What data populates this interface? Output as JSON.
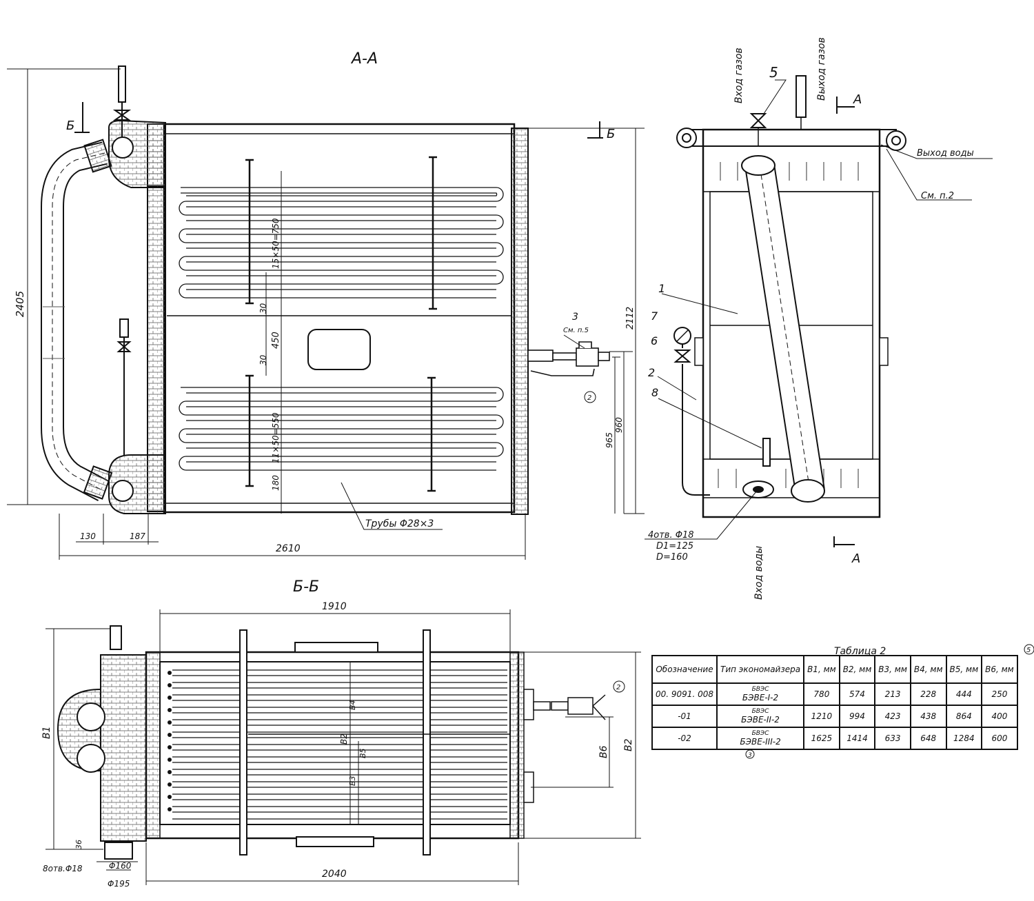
{
  "sections": {
    "aa_title": "А-А",
    "bb_title": "Б-Б",
    "cut_b_left": "Б",
    "cut_b_right": "Б",
    "cut_a_top": "А",
    "cut_a_bottom": "А"
  },
  "dims_aa": {
    "height_total": "2405",
    "height_right": "2112",
    "h_960": "960",
    "h_965": "965",
    "coil_upper": "15×50=750",
    "coil_lower": "11×50=550",
    "gap_450": "450",
    "gap_30a": "30",
    "gap_30b": "30",
    "gap_180": "180",
    "bottom_130": "130",
    "bottom_187": "187",
    "width_2610": "2610",
    "tubes": "Трубы Φ28×3"
  },
  "labels_side": {
    "gas_in": "Вход газов",
    "gas_out": "Выход газов",
    "water_out": "Выход воды",
    "see_note": "См. п.2",
    "water_in": "Вход воды",
    "holes_1": "4отв. Φ18",
    "holes_2": "D1=125",
    "holes_3": "D=160",
    "pos1": "1",
    "pos2": "2",
    "pos3": "3",
    "pos5": "5",
    "pos6": "6",
    "pos7": "7",
    "pos8": "8",
    "see_p5": "См. п.5",
    "circle2": "2"
  },
  "dims_bb": {
    "width_1910": "1910",
    "width_2040": "2040",
    "b1": "В1",
    "b2": "В2",
    "b6": "В6",
    "b3": "В3",
    "b4": "В4",
    "b5": "В5",
    "b_inner": "В2",
    "d36": "36",
    "holes": "8отв.Φ18",
    "d160": "Φ160",
    "d195": "Φ195",
    "circle2": "2"
  },
  "table2": {
    "caption": "Таблица 2",
    "mark": "5",
    "note_mark": "3",
    "headers": [
      "Обозначение",
      "Тип экономайзера",
      "В1, мм",
      "В2, мм",
      "В3, мм",
      "В4, мм",
      "В5, мм",
      "В6, мм"
    ],
    "rows": [
      {
        "code": "00. 9091. 008",
        "sup": "БВЭС",
        "type": "БЭВЕ-I-2",
        "b1": "780",
        "b2": "574",
        "b3": "213",
        "b4": "228",
        "b5": "444",
        "b6": "250"
      },
      {
        "code": "-01",
        "sup": "БВЭС",
        "type": "БЭВЕ-II-2",
        "b1": "1210",
        "b2": "994",
        "b3": "423",
        "b4": "438",
        "b5": "864",
        "b6": "400"
      },
      {
        "code": "-02",
        "sup": "БВЭС",
        "type": "БЭВЕ-III-2",
        "b1": "1625",
        "b2": "1414",
        "b3": "633",
        "b4": "648",
        "b5": "1284",
        "b6": "600"
      }
    ]
  }
}
